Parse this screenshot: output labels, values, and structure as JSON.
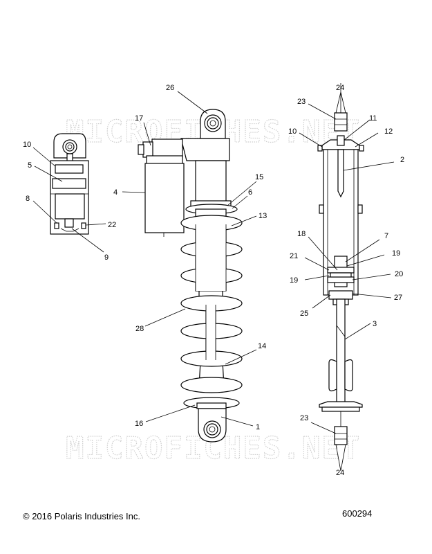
{
  "watermark": "MICROFICHES.NET",
  "copyright": "© 2016 Polaris Industries Inc.",
  "diagram_number": "600294",
  "callouts": {
    "c1": "1",
    "c2": "2",
    "c3": "3",
    "c4": "4",
    "c5": "5",
    "c6": "6",
    "c7": "7",
    "c8": "8",
    "c9": "9",
    "c10a": "10",
    "c10b": "10",
    "c11": "11",
    "c12": "12",
    "c13": "13",
    "c14": "14",
    "c15": "15",
    "c16": "16",
    "c17": "17",
    "c18": "18",
    "c19a": "19",
    "c19b": "19",
    "c20": "20",
    "c21": "21",
    "c22": "22",
    "c23a": "23",
    "c23b": "23",
    "c24a": "24",
    "c24b": "24",
    "c25": "25",
    "c26": "26",
    "c27": "27",
    "c28": "28"
  }
}
